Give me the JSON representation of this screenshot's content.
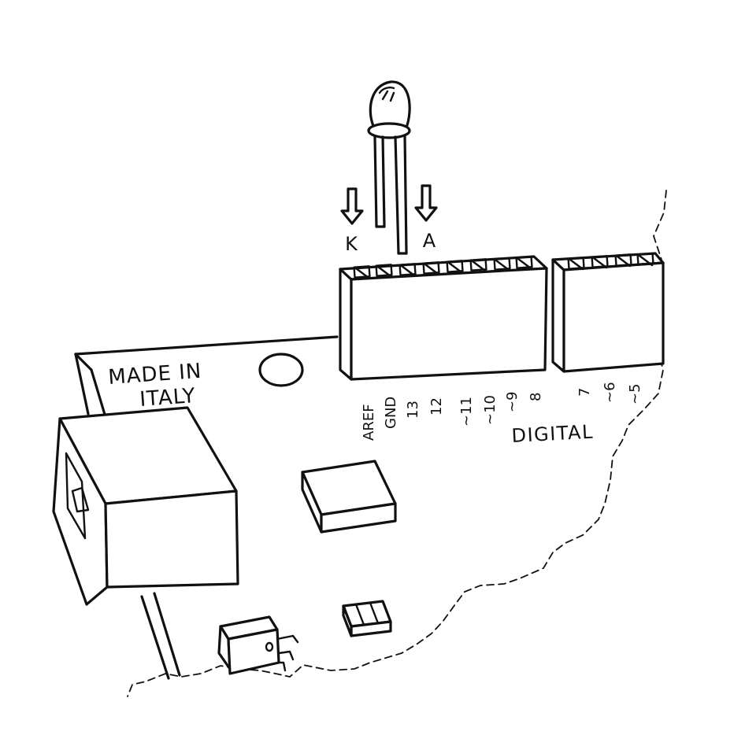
{
  "made_in": "MADE IN",
  "italy": "ITALY",
  "digital": "DIGITAL",
  "led": {
    "cathode_label": "K",
    "anode_label": "A"
  },
  "header_pins_left": [
    "AREF",
    "GND",
    "13",
    "12",
    "~11",
    "~10",
    "~9",
    "8"
  ],
  "header_pins_right": [
    "7",
    "~6",
    "~5"
  ],
  "ink_color": "#111111",
  "paper_color": "#ffffff"
}
